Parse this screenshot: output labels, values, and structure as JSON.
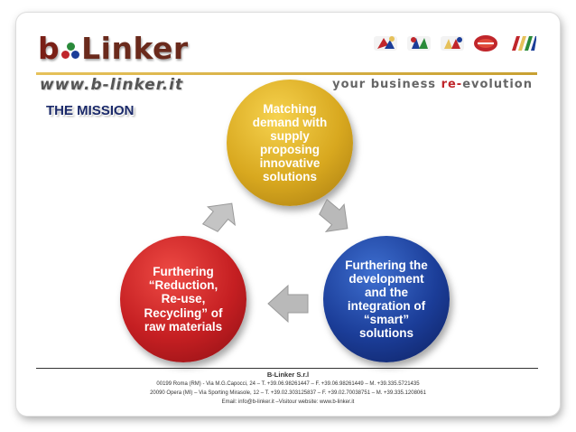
{
  "header": {
    "logo_text": "Linker",
    "logo_prefix": "b",
    "url": "www.b-linker.it",
    "tagline_before": "your business ",
    "tagline_accent": "re-",
    "tagline_after": "evolution",
    "brand_color": "#7a1f16",
    "accent_color": "#c0262b"
  },
  "title": "THE MISSION",
  "cycle": {
    "steps": [
      {
        "text": "Matching\ndemand with\nsupply\nproposing\ninnovative\nsolutions",
        "color": "#d8a81f"
      },
      {
        "text": "Furthering the\ndevelopment\nand the\nintegration of\n“smart”\nsolutions",
        "color": "#1b3d98"
      },
      {
        "text": "Furthering\n“Reduction,\nRe-use,\nRecycling” of\nraw materials",
        "color": "#c51f22"
      }
    ]
  },
  "footer": {
    "company": "B-Linker S.r.l",
    "line1": "00199 Roma (RM) - Via M.G.Capocci, 24 – T. +39.06.98261447 – F. +39.06.98261449 – M. +39.335.5721435",
    "line2": "20090 Opera (MI) – Via Sporting Mirasole, 12 – T. +39.02.303125837 – F. +39.02.70038751 – M. +39.335.1208061",
    "line3": "Email: info@b-linker.it –Visitour website: www.b-linker.it"
  }
}
